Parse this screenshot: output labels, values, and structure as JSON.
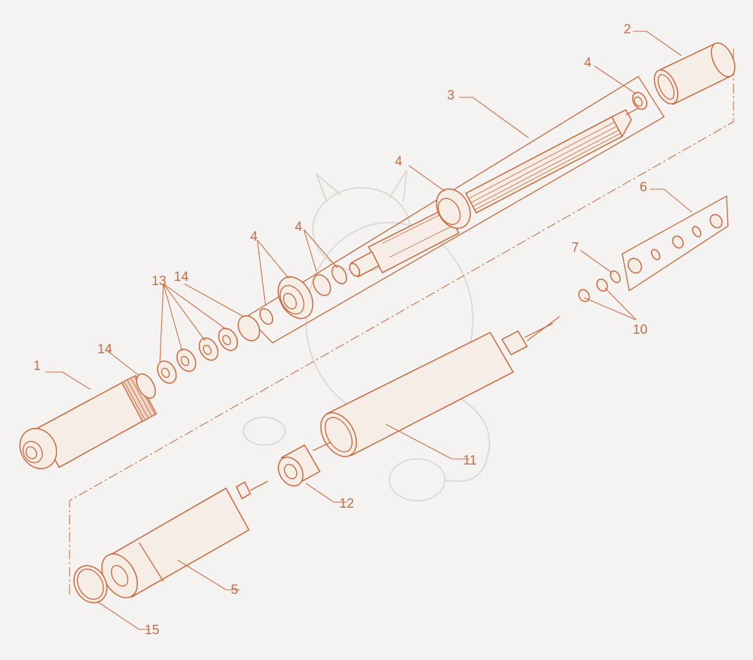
{
  "callouts": [
    {
      "id": "c1",
      "label": "1"
    },
    {
      "id": "c2",
      "label": "2"
    },
    {
      "id": "c3",
      "label": "3"
    },
    {
      "id": "c4a",
      "label": "4"
    },
    {
      "id": "c4b",
      "label": "4"
    },
    {
      "id": "c4c",
      "label": "4"
    },
    {
      "id": "c4d",
      "label": "4"
    },
    {
      "id": "c5",
      "label": "5"
    },
    {
      "id": "c6",
      "label": "6"
    },
    {
      "id": "c7",
      "label": "7"
    },
    {
      "id": "c10",
      "label": "10"
    },
    {
      "id": "c11",
      "label": "11"
    },
    {
      "id": "c12",
      "label": "12"
    },
    {
      "id": "c13",
      "label": "13"
    },
    {
      "id": "c14a",
      "label": "14"
    },
    {
      "id": "c14b",
      "label": "14"
    },
    {
      "id": "c15",
      "label": "15"
    }
  ],
  "colors": {
    "line": "#c96a3e",
    "background": "#f4f3f2",
    "watermark": "#dcd8d4"
  }
}
